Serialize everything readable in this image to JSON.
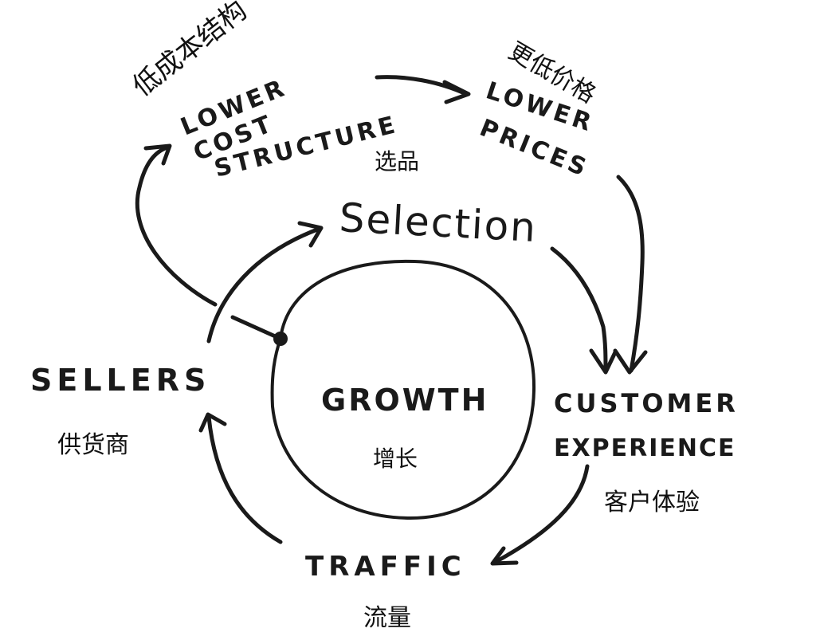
{
  "diagram": {
    "title": "Amazon Flywheel",
    "center": {
      "en": "GROWTH",
      "cn": "增长"
    },
    "nodes": [
      {
        "id": "lower-cost-structure",
        "en_lines": [
          "LOWER",
          "COST",
          "STRUCTURE"
        ],
        "cn": "低成本结构"
      },
      {
        "id": "lower-prices",
        "en_lines": [
          "LOWER",
          "PRICES"
        ],
        "cn": "更低价格"
      },
      {
        "id": "selection",
        "en_lines": [
          "Selection"
        ],
        "cn": "选品"
      },
      {
        "id": "customer-experience",
        "en_lines": [
          "CUSTOMER",
          "EXPERIENCE"
        ],
        "cn": "客户体验"
      },
      {
        "id": "traffic",
        "en_lines": [
          "TRAFFIC"
        ],
        "cn": "流量"
      },
      {
        "id": "sellers",
        "en_lines": [
          "SELLERS"
        ],
        "cn": "供货商"
      }
    ],
    "edges": [
      {
        "from": "lower-cost-structure",
        "to": "lower-prices"
      },
      {
        "from": "lower-prices",
        "to": "customer-experience"
      },
      {
        "from": "selection",
        "to": "customer-experience"
      },
      {
        "from": "customer-experience",
        "to": "traffic"
      },
      {
        "from": "traffic",
        "to": "sellers"
      },
      {
        "from": "sellers",
        "to": "selection"
      },
      {
        "from": "growth",
        "to": "lower-cost-structure"
      }
    ]
  }
}
